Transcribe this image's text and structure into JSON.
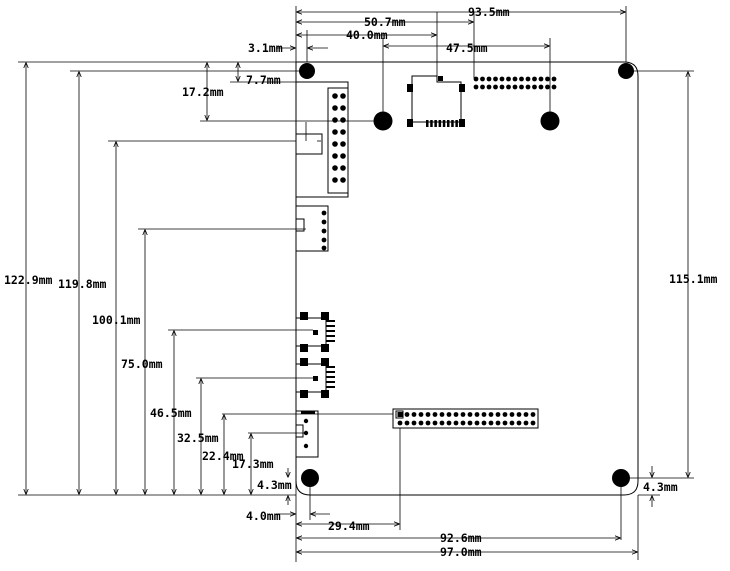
{
  "dimensions": {
    "top_93_5": "93.5mm",
    "top_50_7": "50.7mm",
    "top_40_0": "40.0mm",
    "top_47_5": "47.5mm",
    "left_3_1": "3.1mm",
    "left_7_7": "7.7mm",
    "left_17_2": "17.2mm",
    "left_122_9": "122.9mm",
    "left_119_8": "119.8mm",
    "left_100_1": "100.1mm",
    "left_75_0": "75.0mm",
    "left_46_5": "46.5mm",
    "left_32_5": "32.5mm",
    "left_22_4": "22.4mm",
    "left_17_3": "17.3mm",
    "left_4_3": "4.3mm",
    "right_115_1": "115.1mm",
    "right_4_3": "4.3mm",
    "bottom_4_0": "4.0mm",
    "bottom_29_4": "29.4mm",
    "bottom_92_6": "92.6mm",
    "bottom_97_0": "97.0mm"
  }
}
